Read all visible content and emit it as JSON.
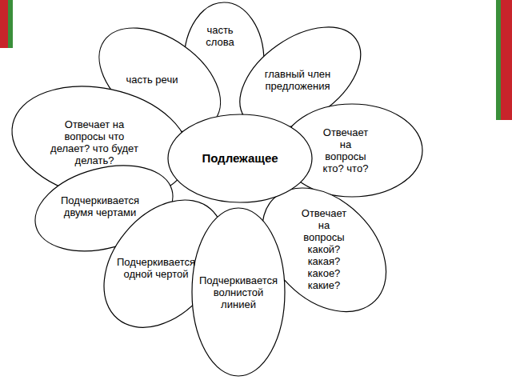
{
  "diagram": {
    "nodes": [
      {
        "text": [
          "часть слова"
        ]
      },
      {
        "text": [
          "часть речи"
        ]
      },
      {
        "text": [
          "главный член предложения"
        ]
      },
      {
        "text": [
          "Отвечает на вопросы что делает? что будет делать?"
        ]
      },
      {
        "text": [
          "Подлежащее"
        ]
      },
      {
        "text": [
          "Отвечает на вопросы кто? что?"
        ]
      },
      {
        "text": [
          "Подчеркивается двумя чертами"
        ]
      },
      {
        "text": [
          "Отвечает на вопросы какой? какая? какое? какие?"
        ]
      },
      {
        "text": [
          "Подчеркивается одной чертой"
        ]
      },
      {
        "text": [
          "Подчеркивается волнистой линией"
        ]
      }
    ]
  }
}
